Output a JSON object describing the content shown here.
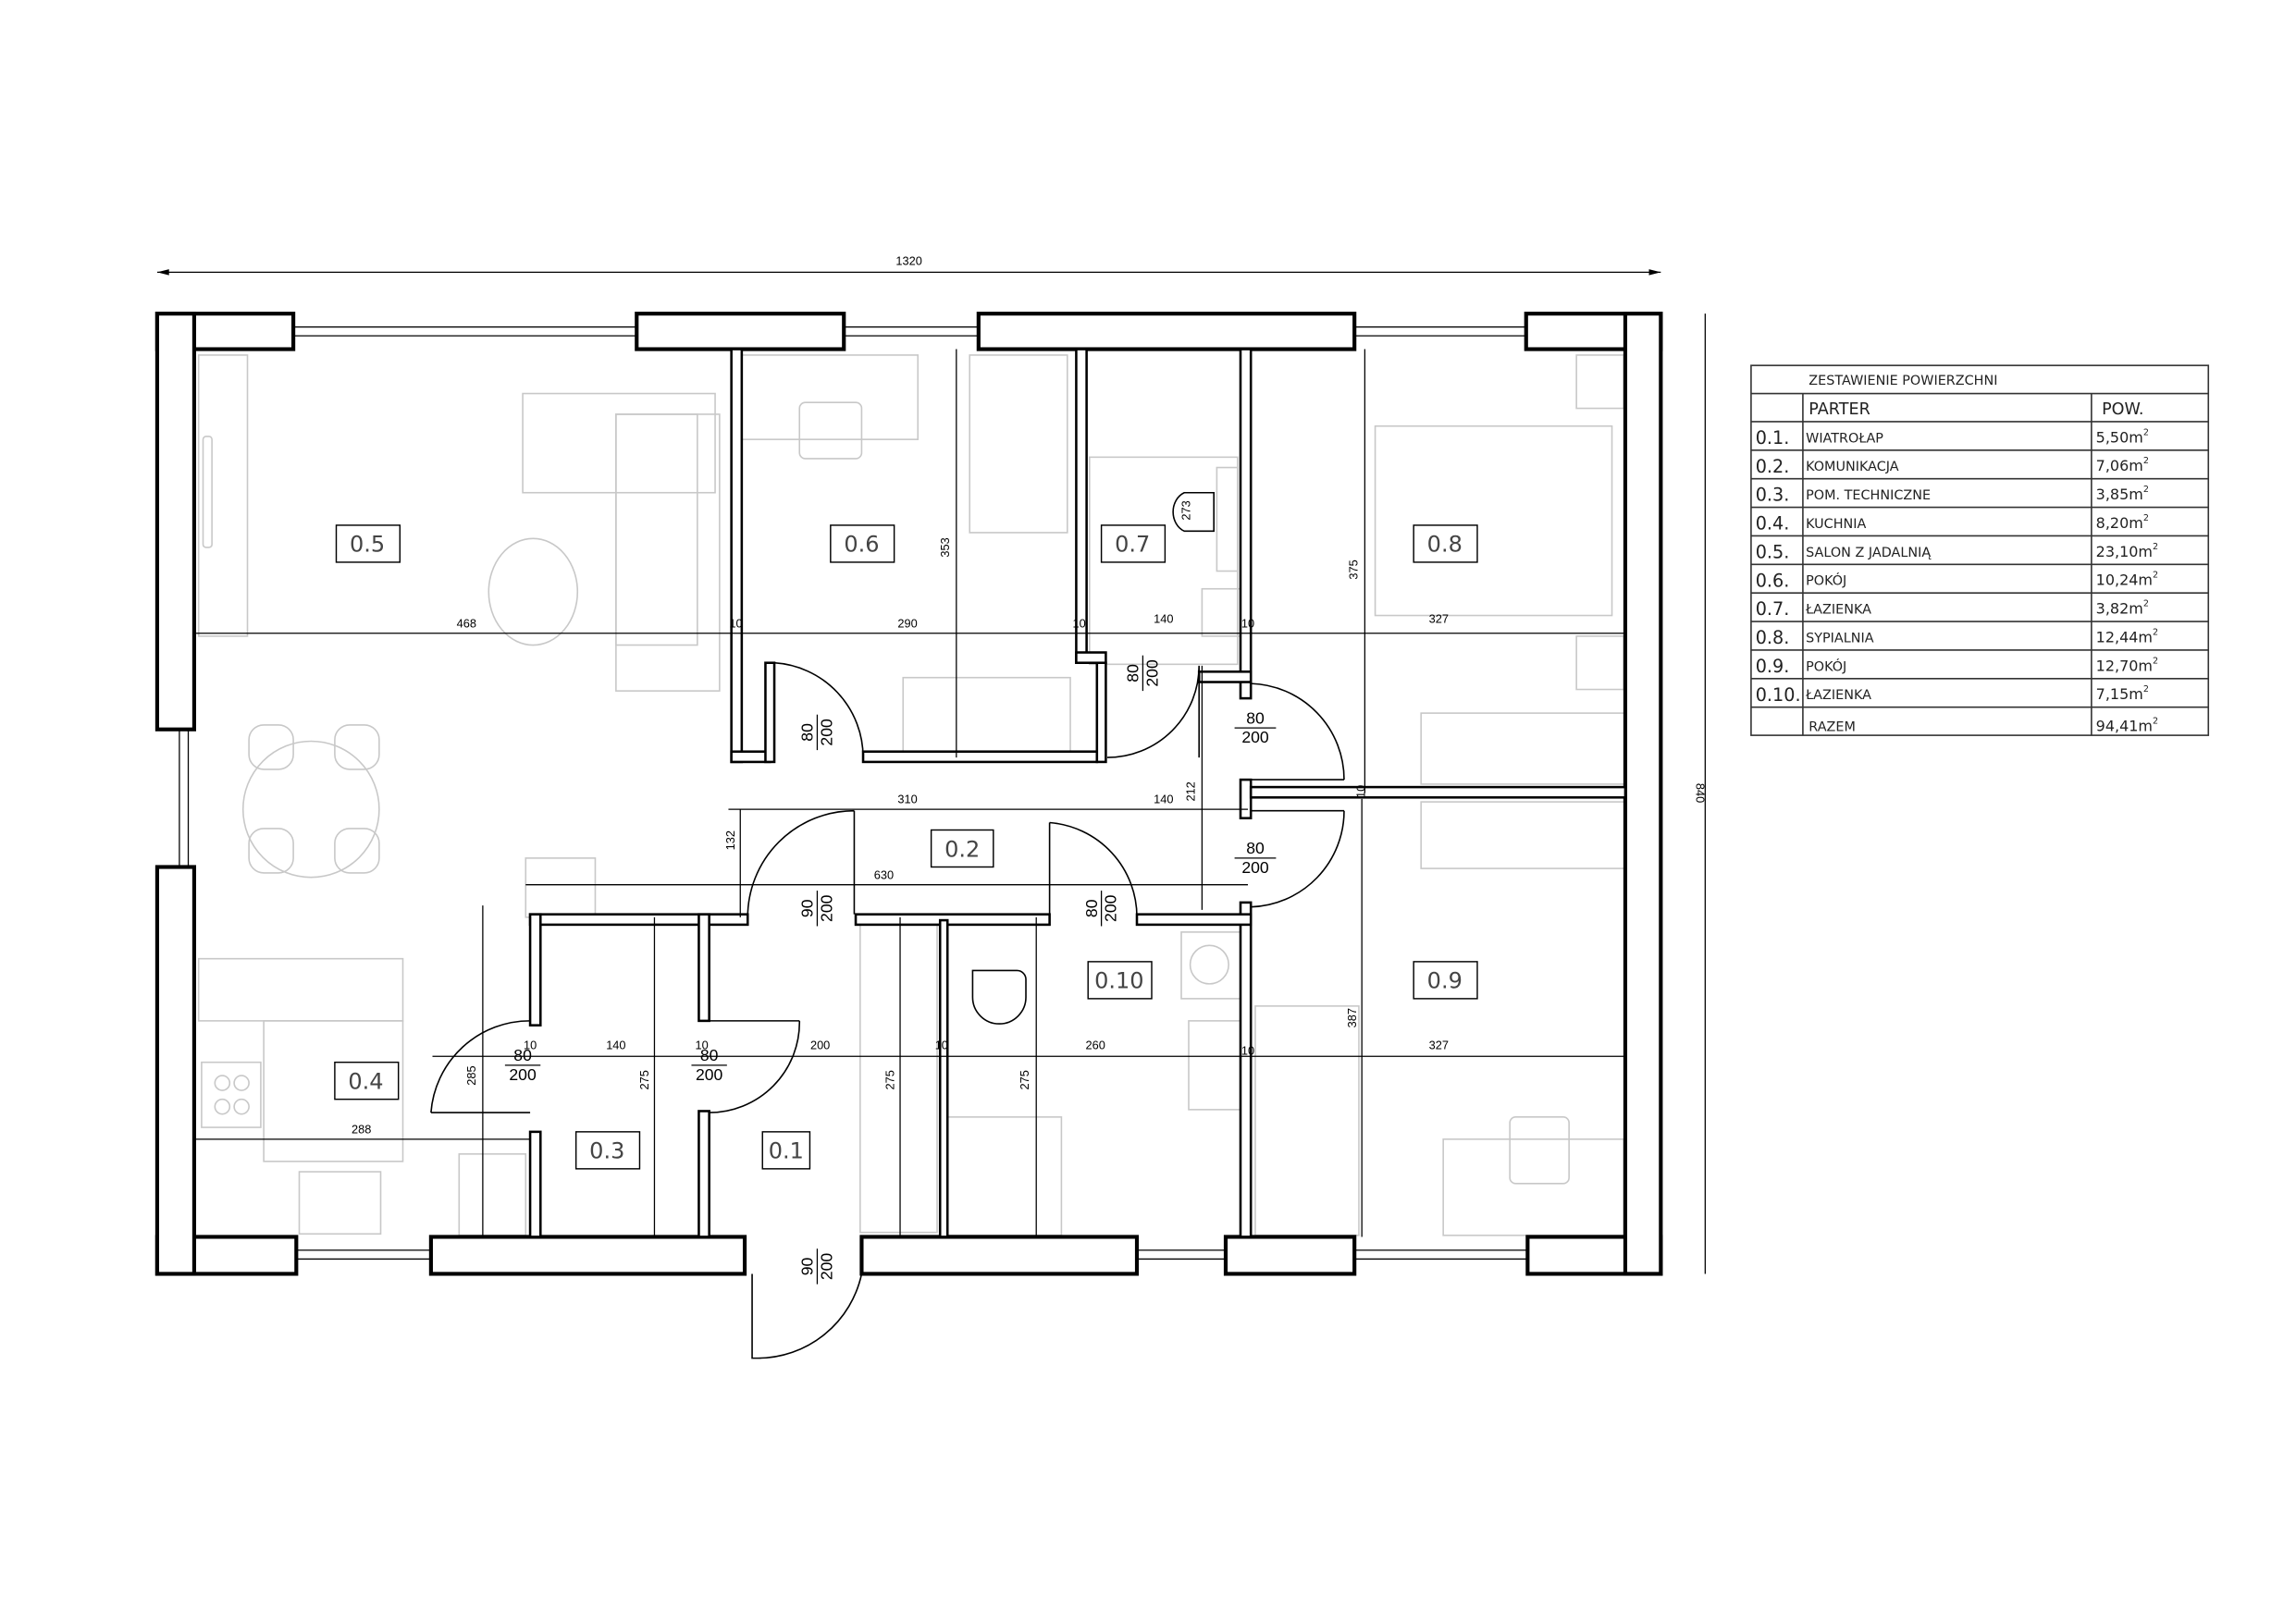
{
  "plan": {
    "overall_width": "1320",
    "overall_depth": "840",
    "rooms": [
      {
        "id": "0.1"
      },
      {
        "id": "0.2"
      },
      {
        "id": "0.3"
      },
      {
        "id": "0.4"
      },
      {
        "id": "0.5"
      },
      {
        "id": "0.6"
      },
      {
        "id": "0.7"
      },
      {
        "id": "0.8"
      },
      {
        "id": "0.9"
      },
      {
        "id": "0.10"
      }
    ],
    "dims": {
      "d468": "468",
      "d10a": "10",
      "d290": "290",
      "d10b": "10",
      "d140a": "140",
      "d10c": "10",
      "d327a": "327",
      "d353": "353",
      "d375": "375",
      "d273": "273",
      "d310": "310",
      "d140b": "140",
      "d212": "212",
      "d10d": "10",
      "d132": "132",
      "d630": "630",
      "d10e": "10",
      "d140c": "140",
      "d10f": "10",
      "d200": "200",
      "d10g": "10",
      "d260": "260",
      "d10h": "10",
      "d327b": "327",
      "d285": "285",
      "d275a": "275",
      "d275b": "275",
      "d275c": "275",
      "d387": "387",
      "d288": "288"
    },
    "doors": [
      {
        "w": "80",
        "h": "200"
      },
      {
        "w": "80",
        "h": "200"
      },
      {
        "w": "80",
        "h": "200"
      },
      {
        "w": "80",
        "h": "200"
      },
      {
        "w": "90",
        "h": "200"
      },
      {
        "w": "80",
        "h": "200"
      },
      {
        "w": "80",
        "h": "200"
      },
      {
        "w": "80",
        "h": "200"
      },
      {
        "w": "90",
        "h": "200"
      }
    ]
  },
  "table": {
    "title": "ZESTAWIENIE  POWIERZCHNI",
    "col_name": "PARTER",
    "col_area": "POW.",
    "rows": [
      {
        "no": "0.1.",
        "name": "WIATROŁAP",
        "area": "5,50m",
        "sup": "2"
      },
      {
        "no": "0.2.",
        "name": "KOMUNIKACJA",
        "area": "7,06m",
        "sup": "2"
      },
      {
        "no": "0.3.",
        "name": "POM.  TECHNICZNE",
        "area": "3,85m",
        "sup": "2"
      },
      {
        "no": "0.4.",
        "name": "KUCHNIA",
        "area": "8,20m",
        "sup": "2"
      },
      {
        "no": "0.5.",
        "name": "SALON  Z  JADALNIĄ",
        "area": "23,10m",
        "sup": "2"
      },
      {
        "no": "0.6.",
        "name": "POKÓJ",
        "area": "10,24m",
        "sup": "2"
      },
      {
        "no": "0.7.",
        "name": "ŁAZIENKA",
        "area": "3,82m",
        "sup": "2"
      },
      {
        "no": "0.8.",
        "name": "SYPIALNIA",
        "area": "12,44m",
        "sup": "2"
      },
      {
        "no": "0.9.",
        "name": "POKÓJ",
        "area": "12,70m",
        "sup": "2"
      },
      {
        "no": "0.10.",
        "name": "ŁAZIENKA",
        "area": "7,15m",
        "sup": "2"
      }
    ],
    "total_label": "RAZEM",
    "total_area": "94,41m",
    "total_sup": "2"
  }
}
